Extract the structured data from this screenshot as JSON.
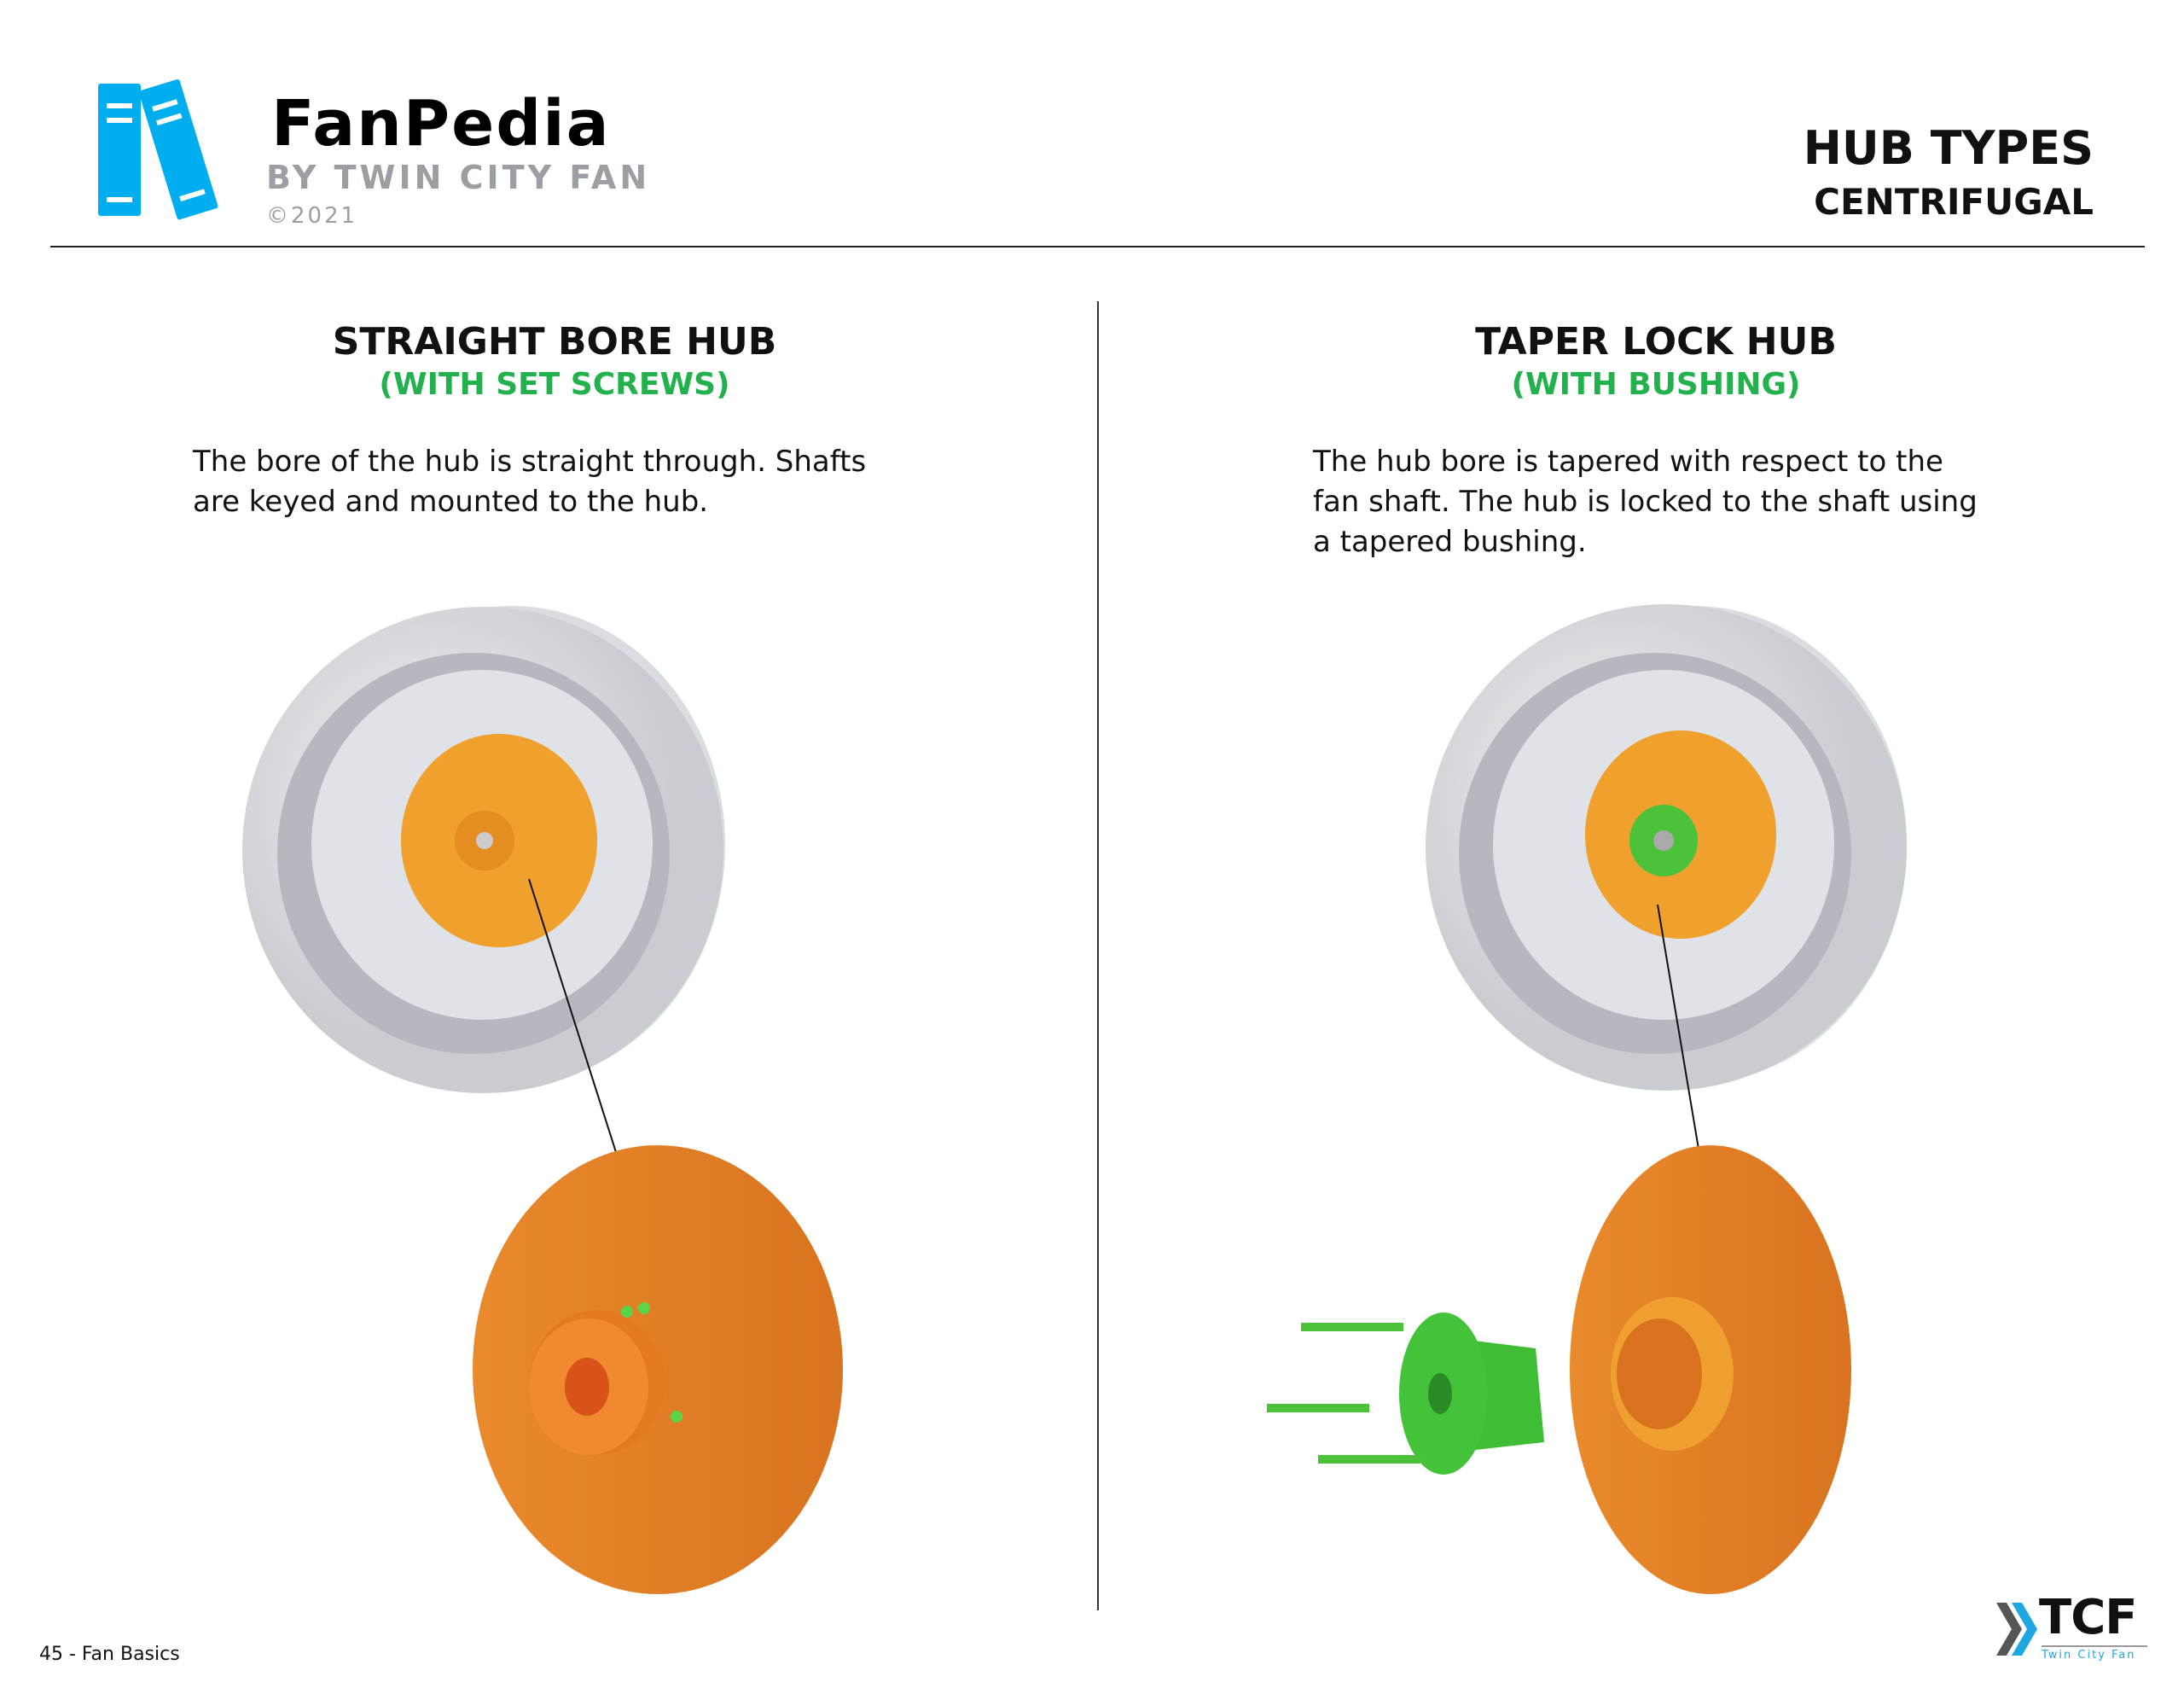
{
  "header": {
    "brand": "FanPedia",
    "byline": "BY TWIN CITY FAN",
    "copyright": "©2021",
    "title": "HUB TYPES",
    "subtitle": "CENTRIFUGAL"
  },
  "left": {
    "title": "STRAIGHT BORE HUB",
    "subtitle": "(WITH SET SCREWS)",
    "body": "The bore of the hub is straight through. Shafts are keyed and mounted to the hub."
  },
  "right": {
    "title": "TAPER LOCK HUB",
    "subtitle": "(WITH BUSHING)",
    "body": "The hub bore is tapered with respect to the fan shaft. The hub is locked to the shaft using a tapered bushing."
  },
  "footer": {
    "page": "45 - Fan Basics",
    "logo_text": "TCF",
    "logo_sub": "Twin City Fan"
  },
  "colors": {
    "accent_blue": "#00aeef",
    "green": "#22b14c",
    "orange": "#e5832a"
  }
}
